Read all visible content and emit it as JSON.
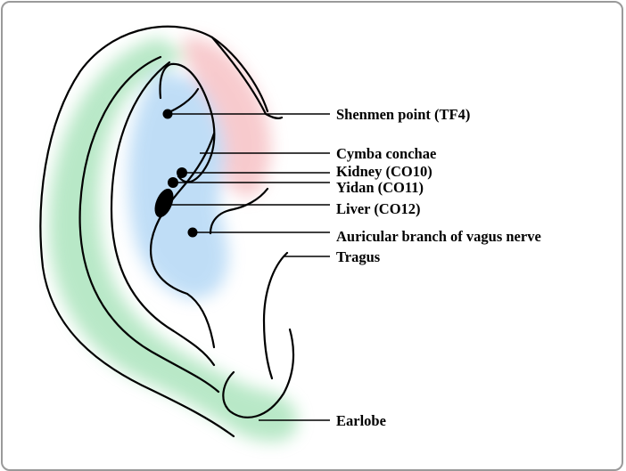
{
  "colors": {
    "helix_region": "#7fd69a",
    "upper_region": "#f2a0a6",
    "concha_region": "#8cc3f0",
    "point": "#000000",
    "frame_border": "#9a9a9a"
  },
  "labels": {
    "shenmen": "Shenmen point (TF4)",
    "cymba": "Cymba conchae",
    "kidney": "Kidney (CO10)",
    "yidan": "Yidan (CO11)",
    "liver": "Liver (CO12)",
    "vagus": "Auricular branch of vagus nerve",
    "tragus": "Tragus",
    "earlobe": "Earlobe"
  }
}
